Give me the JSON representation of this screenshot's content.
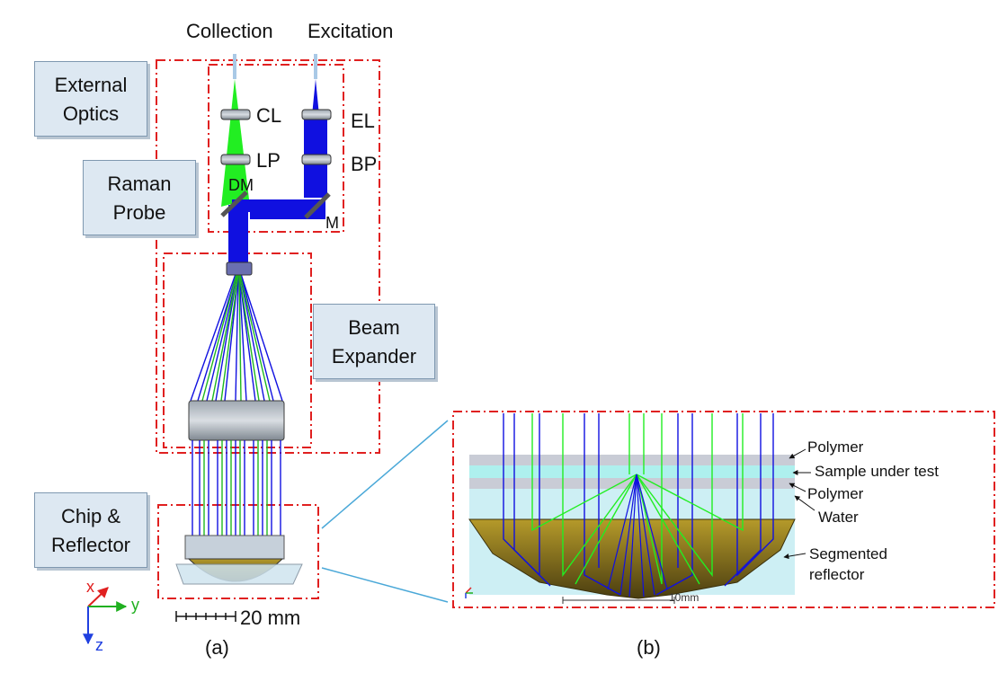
{
  "labels": {
    "collection": "Collection",
    "excitation": "Excitation",
    "cl": "CL",
    "lp": "LP",
    "dm": "DM",
    "el": "EL",
    "bp": "BP",
    "m": "M",
    "scale_a": "20 mm",
    "panel_a": "(a)",
    "panel_b": "(b)",
    "axis_x": "x",
    "axis_y": "y",
    "axis_z": "z"
  },
  "callouts": {
    "external_optics": [
      "External",
      "Optics"
    ],
    "raman_probe": [
      "Raman",
      "Probe"
    ],
    "beam_expander": [
      "Beam",
      "Expander"
    ],
    "chip_reflector": [
      "Chip &",
      "Reflector"
    ]
  },
  "detail": {
    "polymer_top": "Polymer",
    "sample": "Sample under test",
    "polymer_bottom": "Polymer",
    "water": "Water",
    "reflector_1": "Segmented",
    "reflector_2": "reflector",
    "scale_b": "10mm"
  },
  "colors": {
    "excitation": "#1010e0",
    "collection": "#22ee22",
    "box": "#e02020",
    "callout_fill": "#dde8f2",
    "zoom_line": "#4aa8d8"
  }
}
